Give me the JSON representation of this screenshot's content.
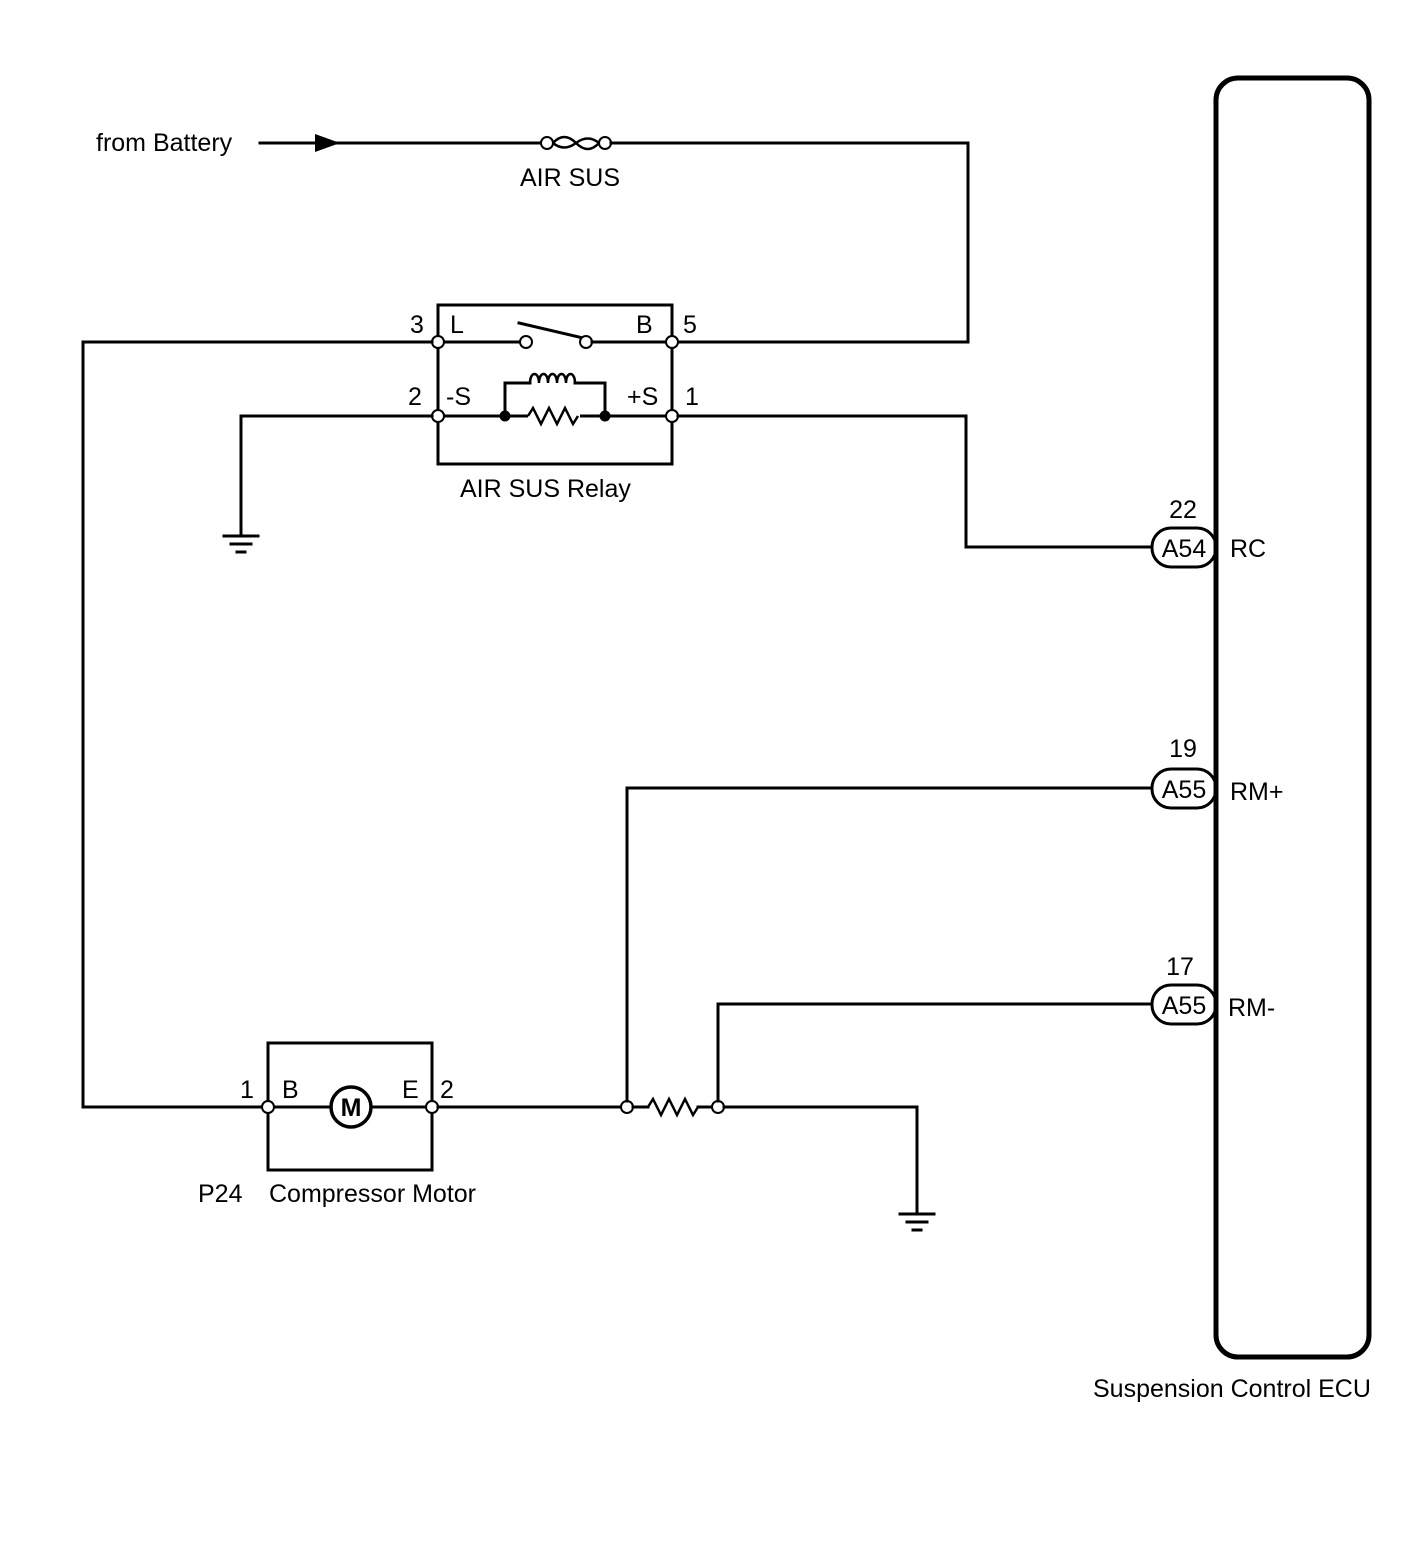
{
  "source_label": "from Battery",
  "fuse": {
    "name": "AIR SUS"
  },
  "relay": {
    "name": "AIR SUS Relay",
    "terminals": {
      "L": "L",
      "B": "B",
      "neg_s": "-S",
      "pos_s": "+S"
    },
    "pins": {
      "p3": "3",
      "p5": "5",
      "p2": "2",
      "p1": "1"
    }
  },
  "motor": {
    "connector": "P24",
    "name": "Compressor Motor",
    "symbol": "M",
    "terminals": {
      "B": "B",
      "E": "E"
    },
    "pins": {
      "p1": "1",
      "p2": "2"
    }
  },
  "ecu": {
    "name": "Suspension Control ECU",
    "connections": [
      {
        "pin": "22",
        "connector": "A54",
        "signal": "RC"
      },
      {
        "pin": "19",
        "connector": "A55",
        "signal": "RM+"
      },
      {
        "pin": "17",
        "connector": "A55",
        "signal": "RM-"
      }
    ]
  }
}
